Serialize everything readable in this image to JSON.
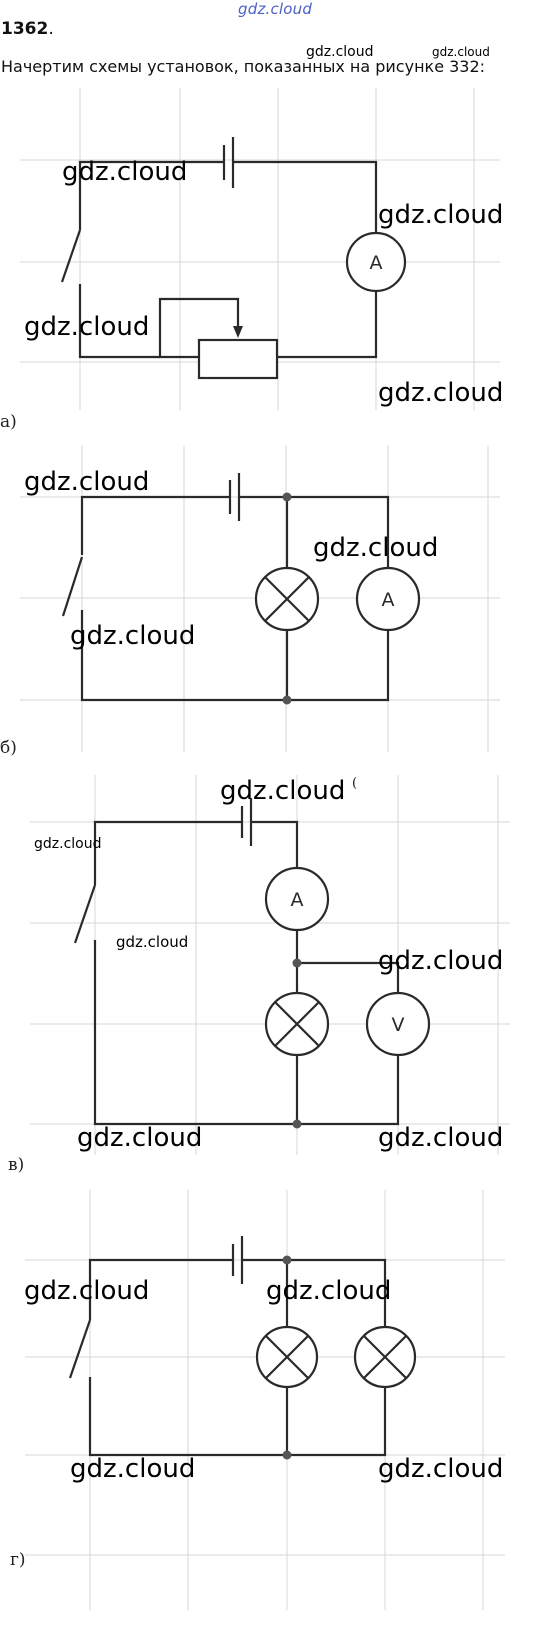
{
  "header": {
    "logo": "gdz.cloud",
    "number": "1362",
    "number_suffix": ".",
    "text": "Начертим схемы установок, показанных на рисунке 332:"
  },
  "watermark": "gdz.cloud",
  "stray_mark": "(",
  "diagrams": [
    {
      "caption": "а)",
      "meter_label": "A"
    },
    {
      "caption": "б)",
      "meter_label": "A"
    },
    {
      "caption": "в)",
      "ammeter_label": "A",
      "voltmeter_label": "V"
    },
    {
      "caption": "г)"
    }
  ]
}
